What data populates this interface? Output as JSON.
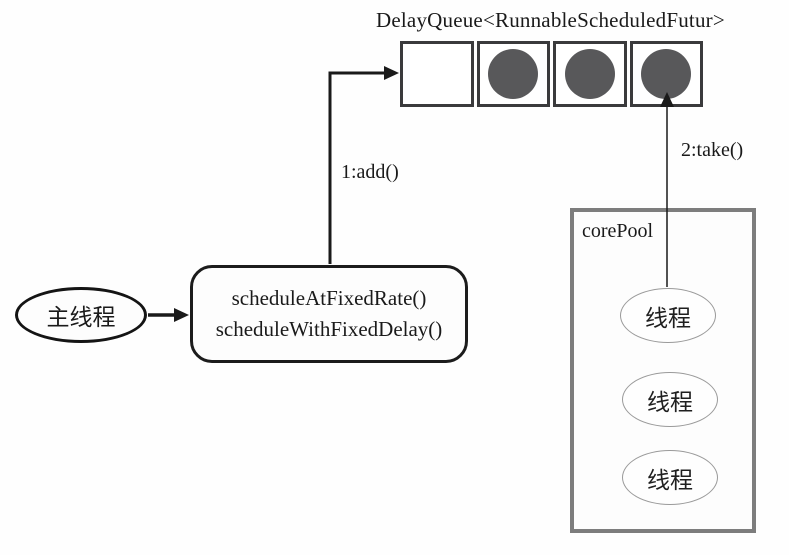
{
  "diagram": {
    "title": "DelayQueue<RunnableScheduledFutur>",
    "queue": {
      "cells": [
        {
          "filled": false
        },
        {
          "filled": true
        },
        {
          "filled": true
        },
        {
          "filled": true
        }
      ]
    },
    "labels": {
      "add": "1:add()",
      "take": "2:take()"
    },
    "scheduler_box": {
      "line1": "scheduleAtFixedRate()",
      "line2": "scheduleWithFixedDelay()"
    },
    "main_thread": {
      "label": "主线程"
    },
    "core_pool": {
      "label": "corePool",
      "threads": [
        "线程",
        "线程",
        "线程"
      ]
    },
    "colors": {
      "line": "#1a1a1a",
      "queue_border": "#3a3a3c",
      "circle": "#58585a",
      "pool_border": "#7d7d7d",
      "thread_ellipse_border": "#9a9a9a"
    }
  }
}
